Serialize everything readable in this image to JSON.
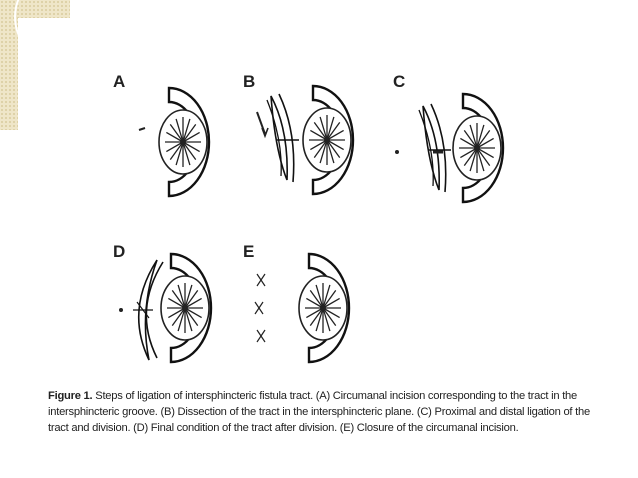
{
  "figure": {
    "panels": [
      {
        "letter": "A"
      },
      {
        "letter": "B"
      },
      {
        "letter": "C"
      },
      {
        "letter": "D"
      },
      {
        "letter": "E"
      }
    ],
    "caption_label": "Figure 1.",
    "caption_text": "Steps of ligation of intersphincteric fistula tract. (A) Circumanal incision corresponding to the tract in the intersphincteric groove. (B) Dissection of the tract in the intersphincteric plane. (C) Proximal and distal ligation of the tract and division. (D) Final condition of the tract after division. (E) Closure of the circumanal incision."
  }
}
